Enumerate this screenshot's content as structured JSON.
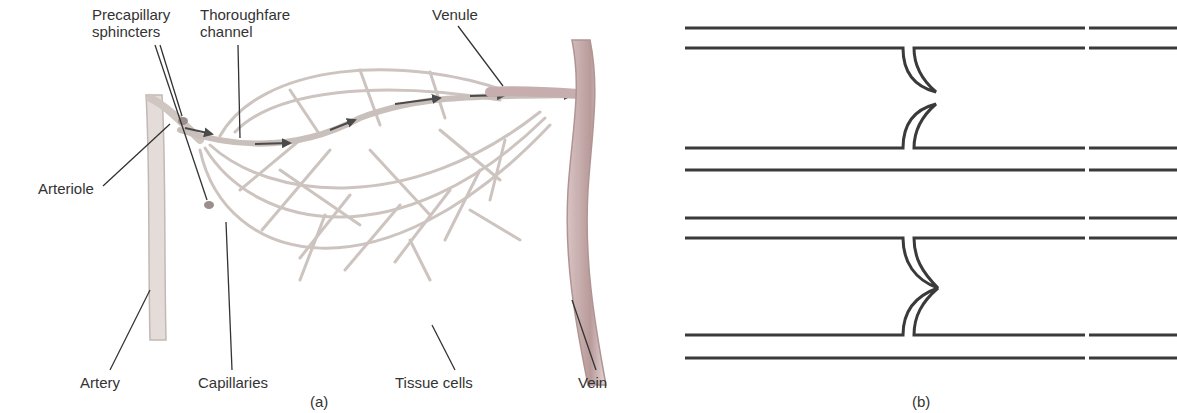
{
  "diagram": {
    "labels": [
      "Precapillary sphincters",
      "Thoroughfare channel",
      "Venule",
      "Arteriole",
      "Artery",
      "Capillaries",
      "Tissue cells",
      "Vein",
      "(a)",
      "(b)"
    ]
  }
}
